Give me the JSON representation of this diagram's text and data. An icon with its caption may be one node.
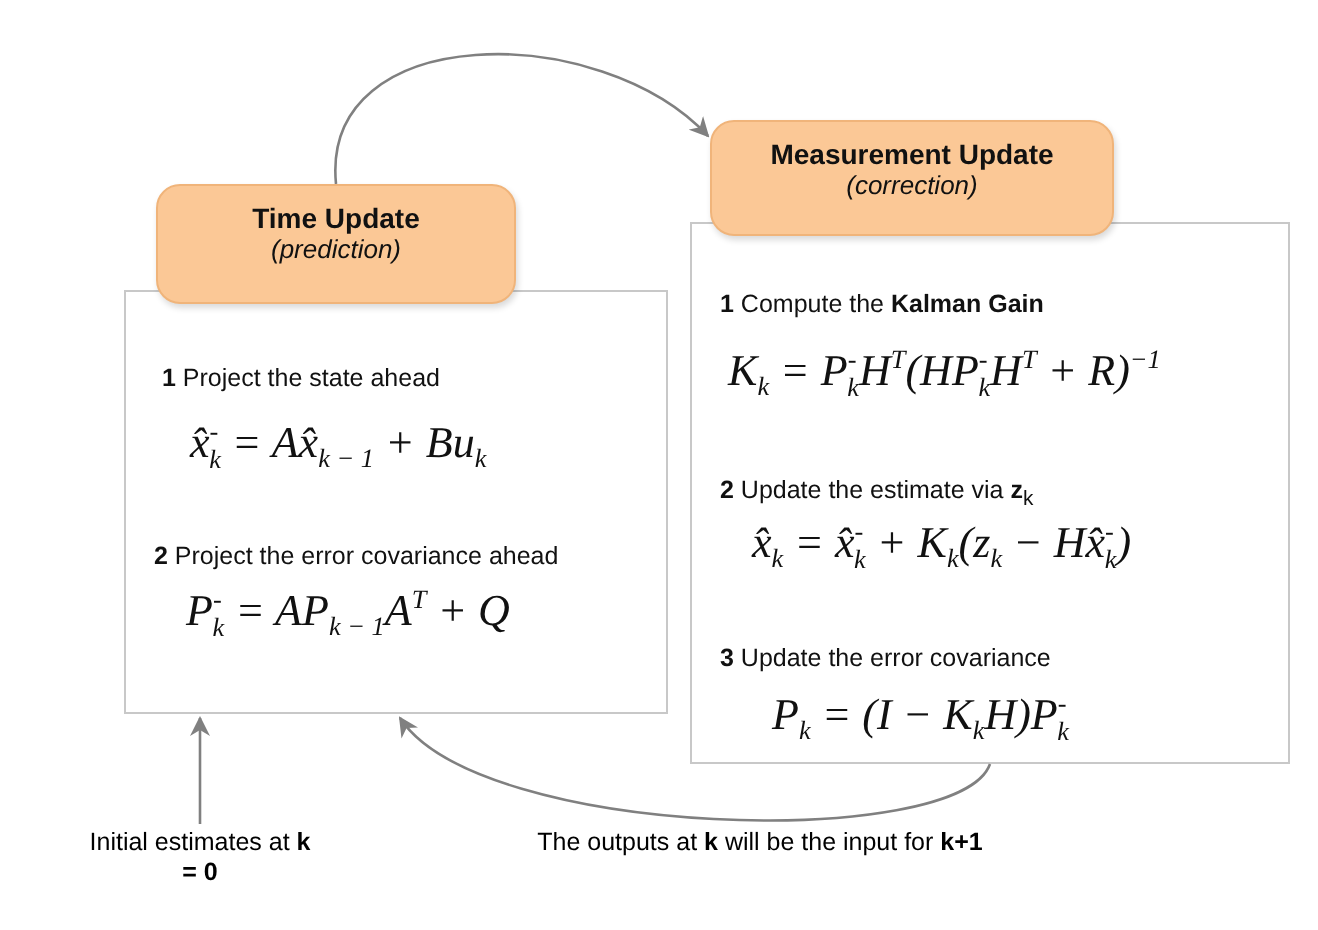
{
  "diagram": {
    "nodes": [
      {
        "text": [
          "Time Update",
          "(prediction)"
        ]
      },
      {
        "text": [
          "**1** Project the state ahead",
          "x̂$^{-}$$_{k}$ = Ax̂$_{k − 1}$ + Bu$_{k}$",
          "**2** Project the error covariance ahead",
          "P$^{-}$$_{k}$ = AP$_{k − 1}$A$^{T}$ + Q"
        ]
      },
      {
        "text": [
          "Measurement Update",
          "(correction)"
        ]
      },
      {
        "text": [
          "**1** Compute the **Kalman Gain**",
          "K$_{k}$ = P$^{-}$$_{k}$H$^{T}$(HP$^{-}$$_{k}$H$^{T}$ + R)$^{−1}$",
          "**2** Update the estimate via **z**$_{k}$",
          "x̂$_{k}$ = x̂$^{-}$$_{k}$ + K$_{k}$(z$_{k}$ − Hx̂$^{-}$$_{k}$)",
          "**3** Update the error covariance",
          "P$_{k}$ = (I − K$_{k}$H)P$^{-}$$_{k}$"
        ]
      },
      {
        "text": [
          "Initial estimates at **k = 0**"
        ]
      }
    ],
    "edges": [
      {
        "from": 0,
        "to": 2,
        "arrow": "to"
      },
      {
        "from": 3,
        "to": 1,
        "arrow": "to",
        "label": "The outputs at **k** will be the input for **k+1**"
      },
      {
        "from": 4,
        "to": 1,
        "arrow": "to"
      }
    ]
  }
}
